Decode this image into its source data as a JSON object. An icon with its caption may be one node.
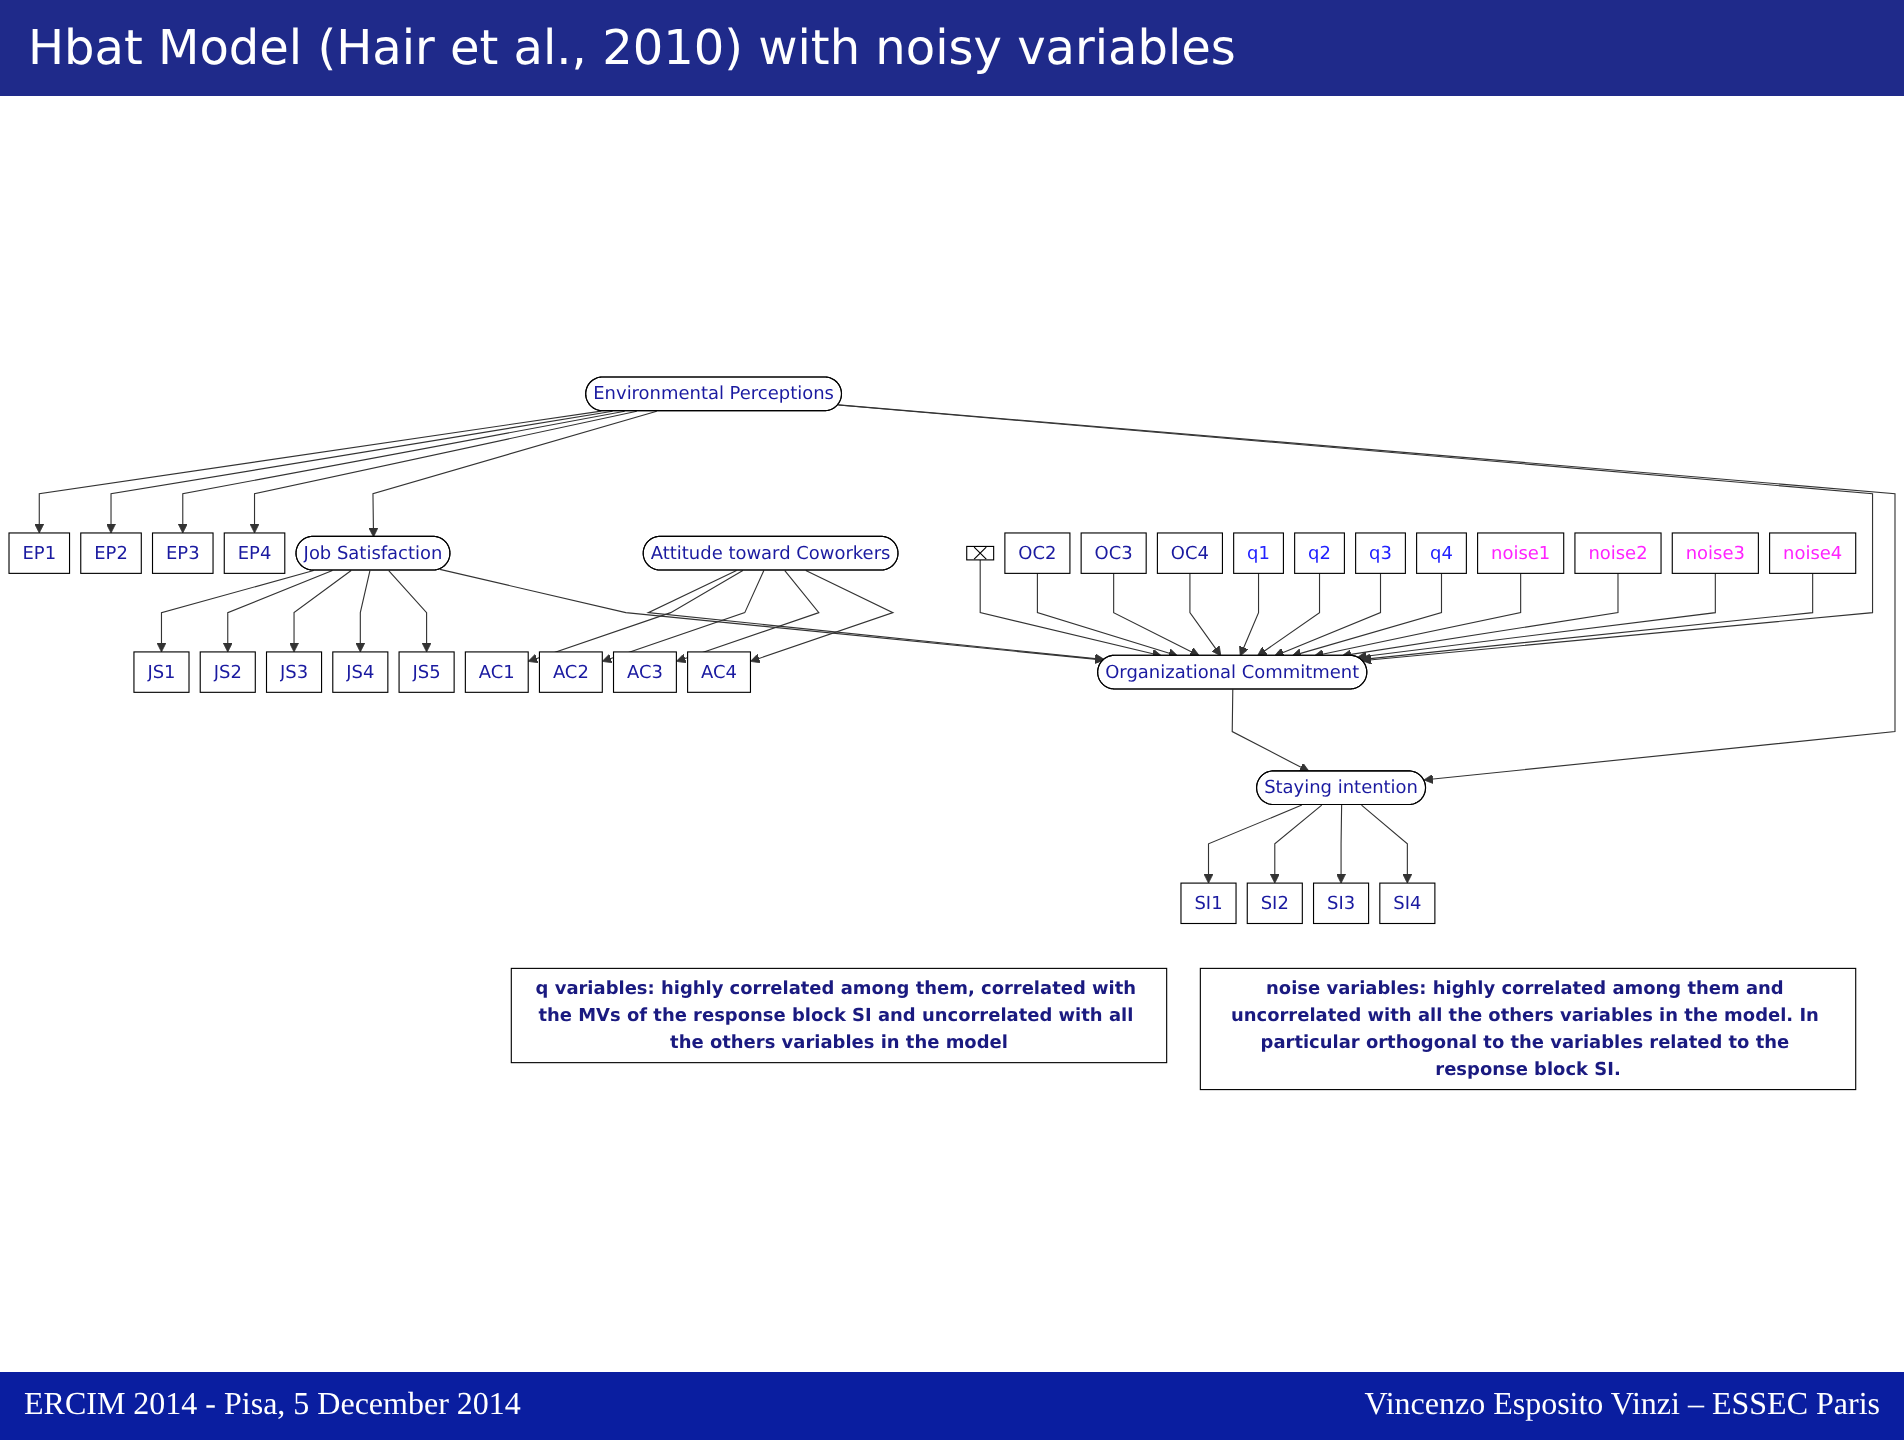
{
  "diagram": {
    "title": "Hbat Model (Hair et al., 2010) with noisy variables",
    "nodes": [
      {
        "text": [
          "EP1"
        ]
      },
      {
        "text": [
          "JS1"
        ]
      },
      {
        "text": [
          "JS2"
        ]
      },
      {
        "text": [
          "JS3"
        ]
      },
      {
        "text": [
          "JS4"
        ]
      },
      {
        "text": [
          "JS5"
        ]
      },
      {
        "text": [
          "EP2"
        ]
      },
      {
        "text": [
          "Environmental Perceptions"
        ]
      },
      {
        "text": [
          "EP3"
        ]
      },
      {
        "text": [
          "EP4"
        ]
      },
      {
        "text": [
          "Job Satisfaction"
        ]
      },
      {
        "text": [
          "SI1"
        ]
      },
      {
        "text": [
          "SI2"
        ]
      },
      {
        "text": [
          "Staying intention"
        ]
      },
      {
        "text": [
          "SI3"
        ]
      },
      {
        "text": [
          "SI4"
        ]
      },
      {
        "text": [
          "AC1"
        ]
      },
      {
        "text": [
          "AC2"
        ]
      },
      {
        "text": [
          "Attitude toward Coworkers"
        ]
      },
      {
        "text": [
          "Organizational Commitment"
        ]
      },
      {
        "text": [
          "AC3"
        ]
      },
      {
        "text": [
          "AC4"
        ]
      },
      {
        "text": [],
        "shape": "box"
      },
      {
        "text": [
          "OC2"
        ]
      },
      {
        "text": [
          "OC3"
        ]
      },
      {
        "text": [
          "OC4"
        ]
      },
      {
        "text": [
          "q1"
        ]
      },
      {
        "text": [
          "q2"
        ]
      },
      {
        "text": [
          "q3"
        ]
      },
      {
        "text": [
          "q4"
        ]
      },
      {
        "text": [
          "noise1"
        ]
      },
      {
        "text": [
          "noise2"
        ]
      },
      {
        "text": [
          "noise3"
        ]
      },
      {
        "text": [
          "noise4"
        ]
      },
      {
        "text": [
          "q variables: highly correlated among them, correlated with the MVs of the response block SI and uncorrelated with all the others variables in the model"
        ]
      },
      {
        "text": [
          "noise variables: highly correlated among them and uncorrelated with all the others variables in the model. In particular orthogonal to the variables related to the response block SI."
        ]
      }
    ],
    "edges": [
      {
        "from": 7,
        "to": 0,
        "arrow": "to"
      },
      {
        "from": 7,
        "to": 6,
        "arrow": "to"
      },
      {
        "from": 7,
        "to": 8,
        "arrow": "to"
      },
      {
        "from": 7,
        "to": 9,
        "arrow": "to"
      },
      {
        "from": 10,
        "to": 1,
        "arrow": "to"
      },
      {
        "from": 10,
        "to": 2,
        "arrow": "to"
      },
      {
        "from": 10,
        "to": 3,
        "arrow": "to"
      },
      {
        "from": 10,
        "to": 4,
        "arrow": "to"
      },
      {
        "from": 10,
        "to": 5,
        "arrow": "to"
      },
      {
        "from": 7,
        "to": 10,
        "arrow": "to"
      },
      {
        "from": 7,
        "to": 19,
        "arrow": "to"
      },
      {
        "from": 7,
        "to": 13,
        "arrow": "to"
      },
      {
        "from": 10,
        "to": 19,
        "arrow": "to"
      },
      {
        "from": 18,
        "to": 19,
        "arrow": "to"
      },
      {
        "from": 19,
        "to": 13,
        "arrow": "to"
      },
      {
        "from": 13,
        "to": 11,
        "arrow": "to"
      },
      {
        "from": 13,
        "to": 12,
        "arrow": "to"
      },
      {
        "from": 13,
        "to": 14,
        "arrow": "to"
      },
      {
        "from": 13,
        "to": 15,
        "arrow": "to"
      },
      {
        "from": 18,
        "to": 16,
        "arrow": "to"
      },
      {
        "from": 18,
        "to": 17,
        "arrow": "to"
      },
      {
        "from": 18,
        "to": 20,
        "arrow": "to"
      },
      {
        "from": 18,
        "to": 21,
        "arrow": "to"
      },
      {
        "from": 22,
        "to": 19,
        "arrow": "to"
      },
      {
        "from": 23,
        "to": 19,
        "arrow": "to"
      },
      {
        "from": 24,
        "to": 19,
        "arrow": "to"
      },
      {
        "from": 25,
        "to": 19,
        "arrow": "to"
      },
      {
        "from": 26,
        "to": 19,
        "arrow": "to"
      },
      {
        "from": 27,
        "to": 19,
        "arrow": "to"
      },
      {
        "from": 28,
        "to": 19,
        "arrow": "to"
      },
      {
        "from": 29,
        "to": 19,
        "arrow": "to"
      },
      {
        "from": 30,
        "to": 19,
        "arrow": "to"
      },
      {
        "from": 31,
        "to": 19,
        "arrow": "to"
      },
      {
        "from": 32,
        "to": 19,
        "arrow": "to"
      },
      {
        "from": 33,
        "to": 19,
        "arrow": "to"
      }
    ],
    "labels": [
      "ERCIM 2014 - Pisa, 5 December 2014",
      "Vincenzo Esposito Vinzi – ESSEC Paris"
    ]
  }
}
